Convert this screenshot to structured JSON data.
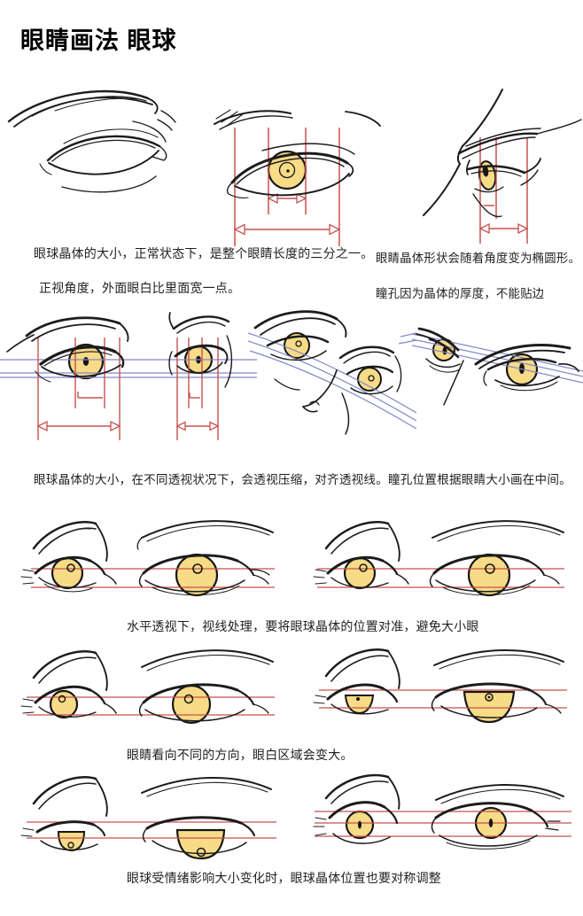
{
  "page": {
    "title": "眼睛画法 眼球"
  },
  "colors": {
    "paper": "#ffffff",
    "ink": "#1c1c1c",
    "text": "#1f1f1f",
    "guide_red": "#c5524e",
    "guide_blue": "#8588c6",
    "iris": "#f7db87"
  },
  "sections": {
    "front_view": {
      "caption_lens_size": "眼球晶体的大小，正常状态下，是整个眼睛长度的三分之一。",
      "caption_front_angle": "正视角度，外面眼白比里面宽一点。",
      "caption_lens_shape": "眼睛晶体形状会随着角度变为椭圆形。",
      "caption_pupil_edge": "瞳孔因为晶体的厚度，不能贴边"
    },
    "perspective": {
      "caption": "眼球晶体的大小，在不同透视状况下，会透视压缩，对齐透视线。瞳孔位置根据眼睛大小画在中间。"
    },
    "horizontal_perspective": {
      "caption": "水平透视下，视线处理，要将眼球晶体的位置对准，避免大小眼"
    },
    "gaze_direction": {
      "caption": "眼睛看向不同的方向，眼白区域会变大。"
    },
    "emotion": {
      "caption": "眼球受情绪影响大小变化时，眼球晶体位置也要对称调整"
    }
  }
}
